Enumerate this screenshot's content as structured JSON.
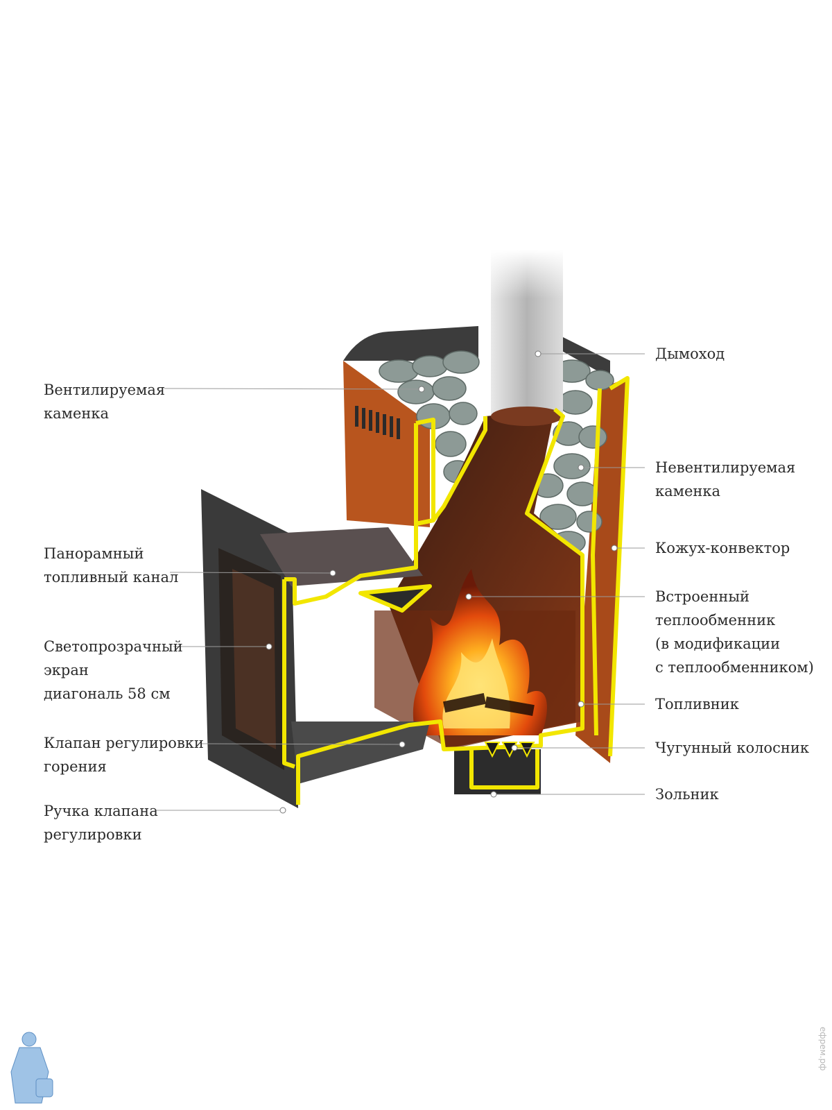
{
  "colors": {
    "outline": "#f2e600",
    "body_copper": "#b8551e",
    "door_steel": "#3a3a3a",
    "stones": "#8d9a96",
    "pipe": "#c8c8c8",
    "fire": "#ff7a10"
  },
  "labels": {
    "chimney": "Дымоход",
    "vent_stove_1": "Вентилируемая",
    "vent_stove_2": "каменка",
    "nonvent_stove_1": "Невентилируемая",
    "nonvent_stove_2": "каменка",
    "convector": "Кожух-конвектор",
    "channel_1": "Панорамный",
    "channel_2": "топливный канал",
    "exchanger_1": "Встроенный",
    "exchanger_2": "теплообменник",
    "exchanger_3": "(в модификации",
    "exchanger_4": "с теплообменником)",
    "screen_1": "Светопрозрачный",
    "screen_2": "экран",
    "screen_3": "диагональ 58 см",
    "firebox": "Топливник",
    "valve_1": "Клапан регулировки",
    "valve_2": "горения",
    "grate": "Чугунный колосник",
    "handle_1": "Ручка клапана",
    "handle_2": "регулировки",
    "ash": "Зольник"
  },
  "watermark": "ефрем.рф",
  "mascot_icon": "plumber-mascot-icon"
}
